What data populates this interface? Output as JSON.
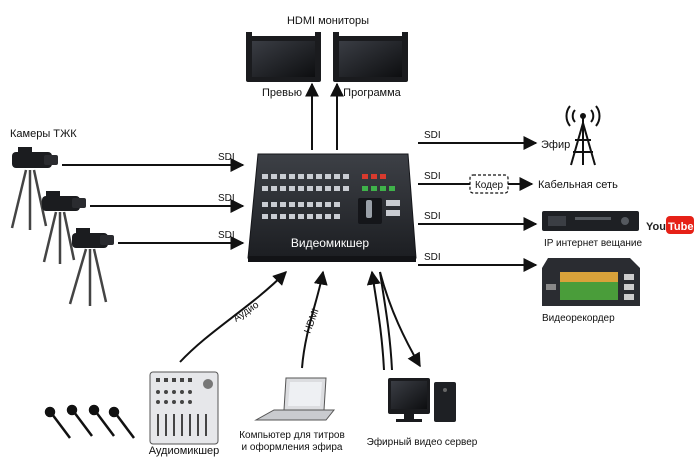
{
  "labels": {
    "hdmi_monitors": "HDMI мониторы",
    "preview": "Превью",
    "program": "Программа",
    "cameras": "Камеры ТЖК",
    "mixer": "Видеомикшер",
    "sdi": "SDI",
    "air": "Эфир",
    "coder": "Кодер",
    "cable": "Кабельная сеть",
    "ip": "IP интернет вещание",
    "youtube": "YouTube",
    "recorder": "Видеорекордер",
    "audio": "Аудио",
    "hdmi": "HDMI",
    "audiomixer": "Аудиомикшер",
    "computer_line1": "Компьютер для титров",
    "computer_line2": "и оформления эфира",
    "server": "Эфирный видео сервер"
  },
  "colors": {
    "arrow": "#111111",
    "mixer_body": "#2b2e33",
    "youtube_red": "#e62117"
  }
}
